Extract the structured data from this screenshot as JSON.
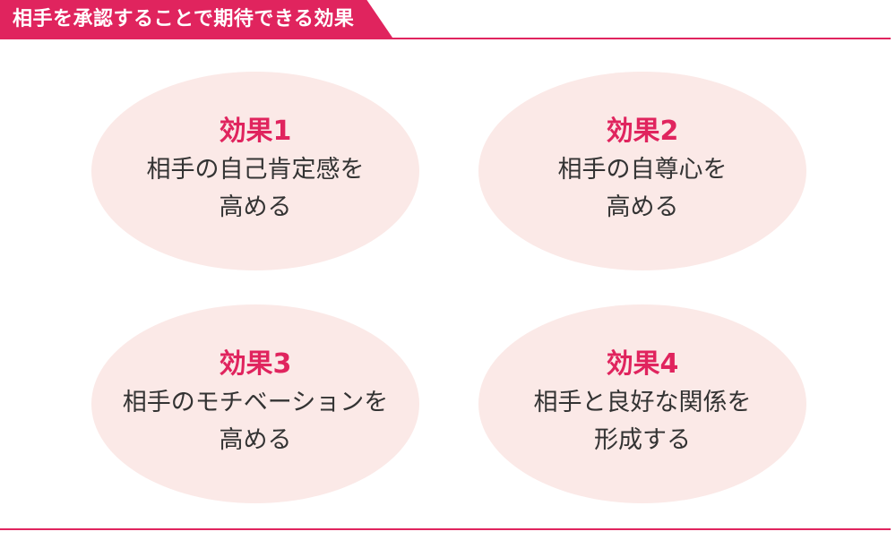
{
  "header": {
    "title": "相手を承認することで期待できる効果",
    "accent_color": "#e0245e"
  },
  "effects": [
    {
      "title": "効果1",
      "line1": "相手の自己肯定感を",
      "line2": "高める"
    },
    {
      "title": "効果2",
      "line1": "相手の自尊心を",
      "line2": "高める"
    },
    {
      "title": "効果3",
      "line1": "相手のモチベーションを",
      "line2": "高める"
    },
    {
      "title": "効果4",
      "line1": "相手と良好な関係を",
      "line2": "形成する"
    }
  ],
  "colors": {
    "oval_fill": "#fbe9e7",
    "title_text": "#e0245e",
    "body_text": "#333333"
  }
}
